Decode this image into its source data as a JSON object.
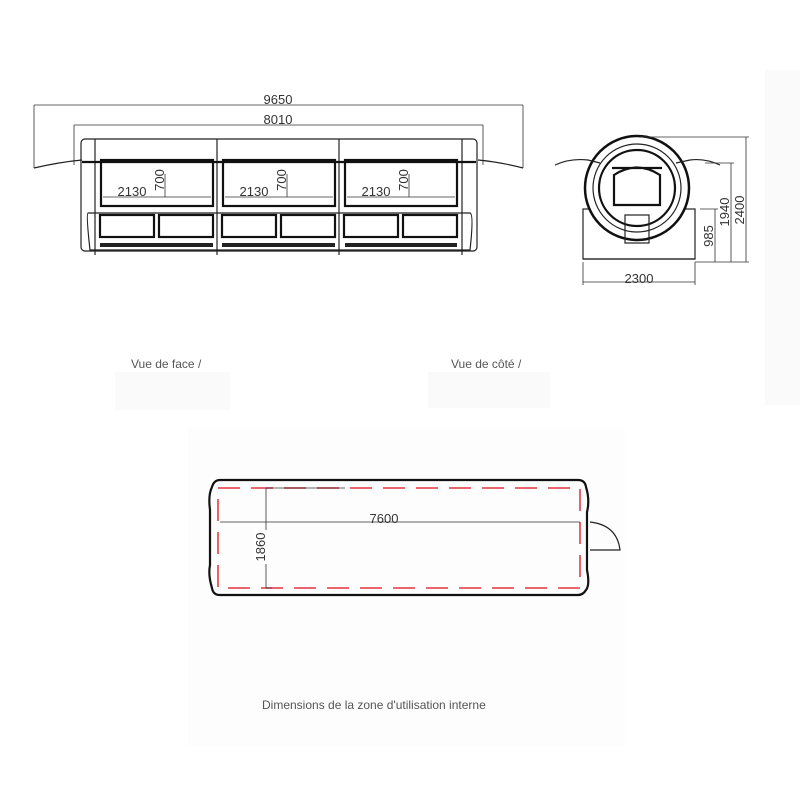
{
  "front_view": {
    "caption": "Vue de face /",
    "overall_width": "9650",
    "body_width": "8010",
    "window_width": "2130",
    "window_height": "700"
  },
  "side_view": {
    "caption": "Vue de côté /",
    "base_width": "2300",
    "base_height": "985",
    "mid_height": "1940",
    "total_height": "2400"
  },
  "plan_view": {
    "caption": "Dimensions de la zone d'utilisation interne",
    "internal_length": "7600",
    "internal_width": "1860",
    "zone_color": "#e8505b"
  }
}
